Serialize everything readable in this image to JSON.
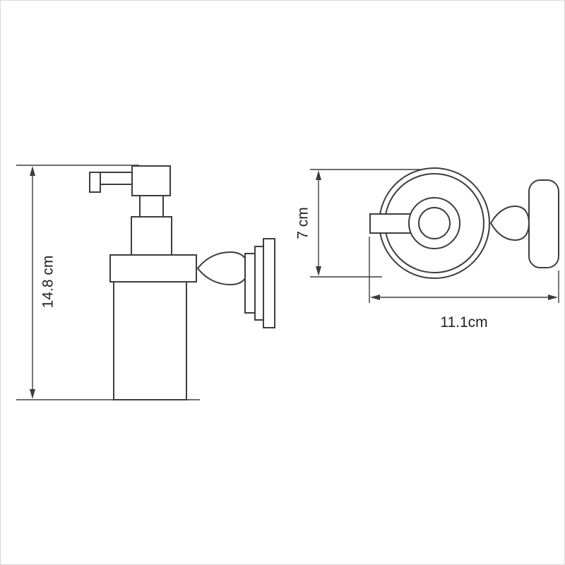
{
  "page": {
    "background": "#ffffff",
    "frame_color": "#d9d9d9",
    "line_color": "#3d3d3d",
    "text_color": "#222222"
  },
  "side_view": {
    "height_dimension_label": "14.8 cm"
  },
  "front_view": {
    "diameter_dimension_label": "7 cm",
    "depth_dimension_label": "11.1cm"
  }
}
